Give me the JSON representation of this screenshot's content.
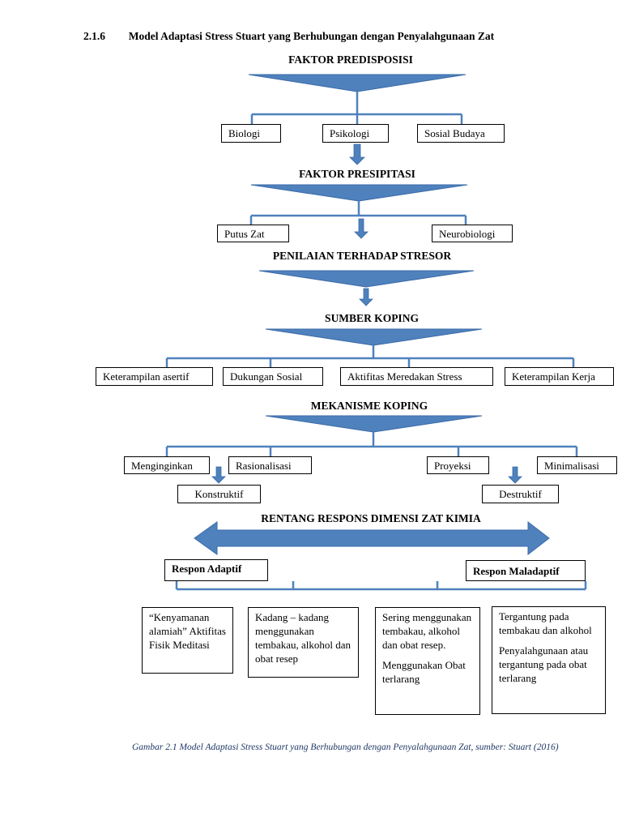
{
  "section": {
    "number": "2.1.6",
    "title": "Model Adaptasi Stress Stuart yang Berhubungan dengan Penyalahgunaan Zat"
  },
  "colors": {
    "shape_fill": "#4f81bd",
    "shape_stroke": "#3a6aa8",
    "caption": "#1f3864"
  },
  "predisposisi": {
    "heading": "FAKTOR PREDISPOSISI",
    "items": [
      "Biologi",
      "Psikologi",
      "Sosial Budaya"
    ]
  },
  "presipitasi": {
    "heading": "FAKTOR PRESIPITASI",
    "items": [
      "Putus Zat",
      "Neurobiologi"
    ]
  },
  "penilaian": {
    "heading": "PENILAIAN TERHADAP STRESOR"
  },
  "sumber_koping": {
    "heading": "SUMBER KOPING",
    "items": [
      "Keterampilan asertif",
      "Dukungan Sosial",
      "Aktifitas Meredakan Stress",
      "Keterampilan Kerja"
    ]
  },
  "mekanisme": {
    "heading": "MEKANISME KOPING",
    "items": [
      "Menginginkan",
      "Rasionalisasi",
      "Proyeksi",
      "Minimalisasi"
    ],
    "konstruktif": "Konstruktif",
    "destruktif": "Destruktif"
  },
  "rentang": {
    "heading": "RENTANG RESPONS DIMENSI ZAT KIMIA",
    "adaptif": "Respon Adaptif",
    "maladaptif": "Respon Maladaptif"
  },
  "respons": [
    {
      "paragraphs": [
        "“Kenyamanan alamiah” Aktifitas Fisik Meditasi"
      ]
    },
    {
      "paragraphs": [
        "Kadang – kadang menggunakan tembakau, alkohol dan obat resep"
      ]
    },
    {
      "paragraphs": [
        "Sering menggunakan tembakau, alkohol dan obat resep.",
        "Menggunakan Obat terlarang"
      ]
    },
    {
      "paragraphs": [
        "Tergantung pada tembakau dan alkohol",
        "Penyalahgunaan atau tergantung pada obat terlarang"
      ]
    }
  ],
  "caption": "Gambar 2.1  Model Adaptasi Stress Stuart yang Berhubungan dengan Penyalahgunaan Zat, sumber: Stuart (2016)"
}
